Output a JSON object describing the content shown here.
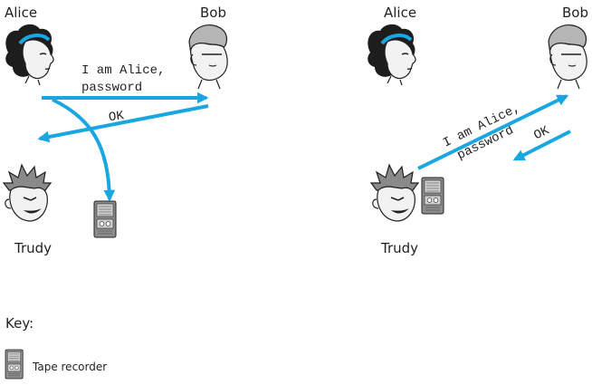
{
  "colors": {
    "arrow": "#1aa7e1",
    "text": "#231f20",
    "skin": "#f2f2f2",
    "outline": "#231f20",
    "hair_band": "#1aa7e1"
  },
  "icons": [
    "alice-icon",
    "bob-icon",
    "trudy-icon",
    "tape-recorder-icon"
  ],
  "left_scene": {
    "alice_label": "Alice",
    "bob_label": "Bob",
    "trudy_label": "Trudy",
    "msg_line1": "I am Alice,",
    "msg_line2": "password",
    "reply": "OK"
  },
  "right_scene": {
    "alice_label": "Alice",
    "bob_label": "Bob",
    "trudy_label": "Trudy",
    "msg_line1": "I am Alice,",
    "msg_line2": "password",
    "reply": "OK"
  },
  "key": {
    "title": "Key:",
    "tape_recorder_label": "Tape recorder"
  }
}
